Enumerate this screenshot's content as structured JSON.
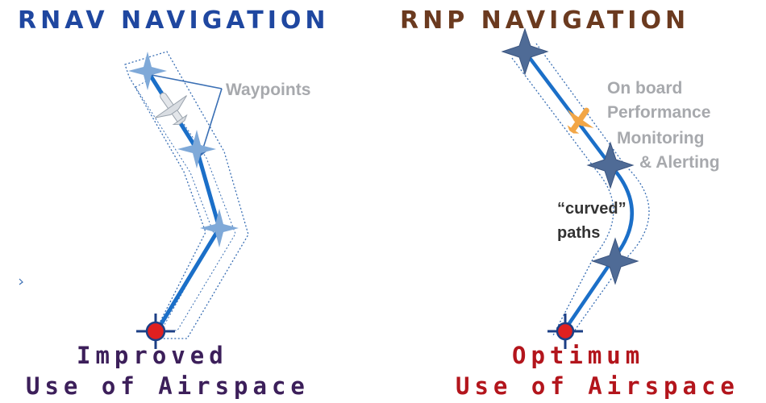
{
  "colors": {
    "rnav_title": "#1f47a0",
    "rnp_title": "#6b3a1f",
    "improved": "#3c1f5a",
    "optimum": "#b3151c",
    "path": "#1b6fc8",
    "waypoint_light": "#7fa9d8",
    "waypoint_dark": "#4f6b96",
    "alert_aircraft": "#f2a646",
    "airport_marker": "#e02020",
    "label_gray": "#a7a9ad"
  },
  "rnav": {
    "title": "RNAV NAVIGATION",
    "waypoints_label": "Waypoints",
    "caption_line1": "Improved",
    "caption_line2": "Use of Airspace"
  },
  "rnp": {
    "title": "RNP NAVIGATION",
    "monitoring_lines": [
      "On board",
      "Performance",
      "Monitoring",
      "& Alerting"
    ],
    "curved_line1": "“curved”",
    "curved_line2": "paths",
    "caption_line1": "Optimum",
    "caption_line2": "Use of Airspace"
  },
  "icons": [
    "waypoint-star-icon",
    "airplane-icon",
    "airport-marker-icon"
  ]
}
